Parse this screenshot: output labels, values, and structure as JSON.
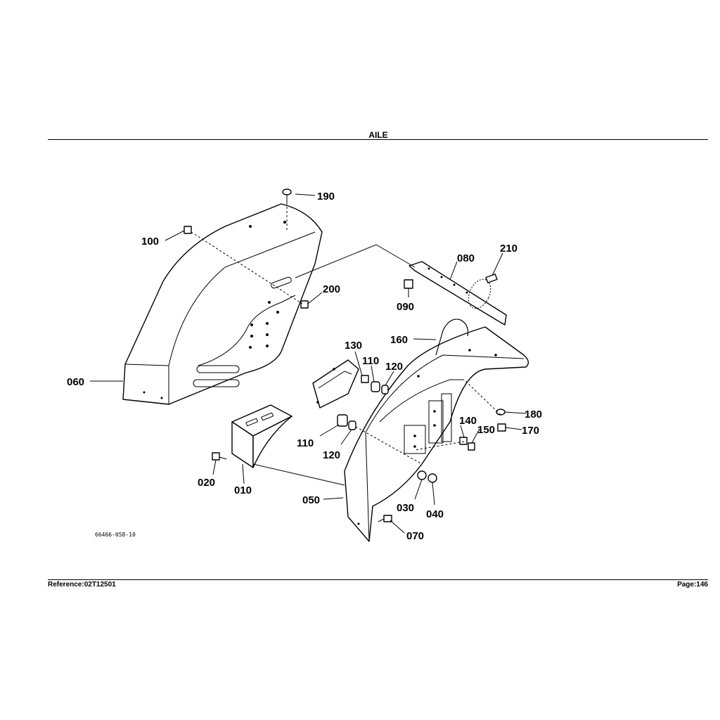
{
  "header": {
    "title": "AILE"
  },
  "footer": {
    "reference": "Reference:02T12501",
    "page": "Page:146"
  },
  "diagram": {
    "figure_code": "66466-058-10",
    "callouts": {
      "c010": "010",
      "c020": "020",
      "c030": "030",
      "c040": "040",
      "c050": "050",
      "c060": "060",
      "c070": "070",
      "c080": "080",
      "c090": "090",
      "c100": "100",
      "c110a": "110",
      "c110b": "110",
      "c120a": "120",
      "c120b": "120",
      "c130": "130",
      "c140": "140",
      "c150": "150",
      "c160": "160",
      "c170": "170",
      "c180": "180",
      "c190": "190",
      "c200": "200",
      "c210": "210"
    }
  }
}
